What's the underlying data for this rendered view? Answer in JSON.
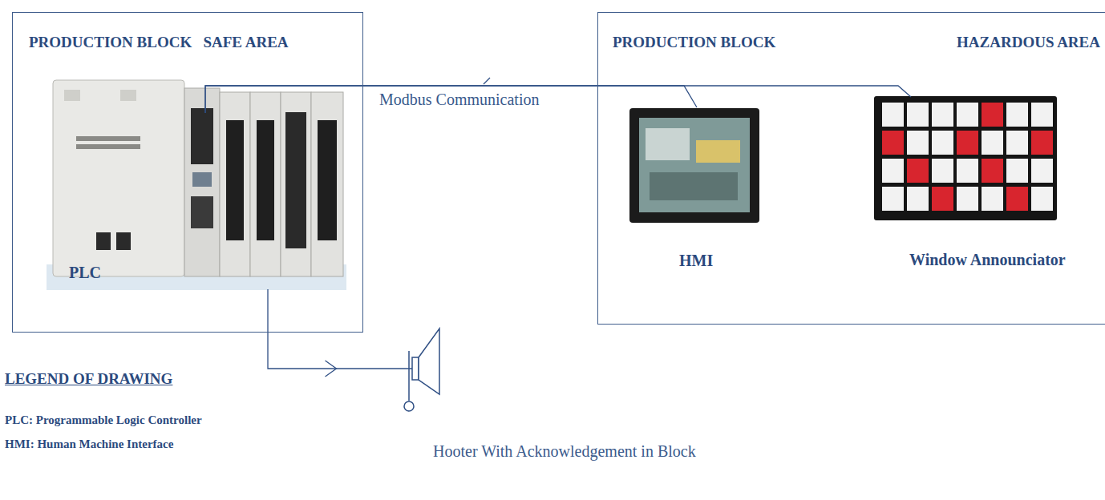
{
  "diagram": {
    "nodes": [
      {
        "text": [
          "PRODUCTION BLOCK   SAFE AREA"
        ]
      },
      {
        "text": [
          "PLC"
        ],
        "in": 0
      },
      {
        "text": [
          "PRODUCTION BLOCK",
          "HAZARDOUS AREA"
        ]
      },
      {
        "text": [
          "HMI"
        ],
        "in": 2
      },
      {
        "text": [
          "Window Announciator"
        ],
        "in": 2
      },
      {
        "text": [
          "Hooter With Acknowledgement in Block"
        ]
      }
    ],
    "edges": [
      {
        "from": 1,
        "to": 3,
        "label": "Modbus Communication",
        "arrow": "none"
      },
      {
        "from": 1,
        "to": 4,
        "arrow": "none"
      },
      {
        "from": 1,
        "to": 5,
        "arrow": "to"
      }
    ],
    "labels": [
      "LEGEND OF DRAWING"
    ],
    "legend": [
      {
        "text": "PLC: Programmable Logic Controller"
      },
      {
        "text": "HMI: Human Machine Interface"
      }
    ]
  }
}
